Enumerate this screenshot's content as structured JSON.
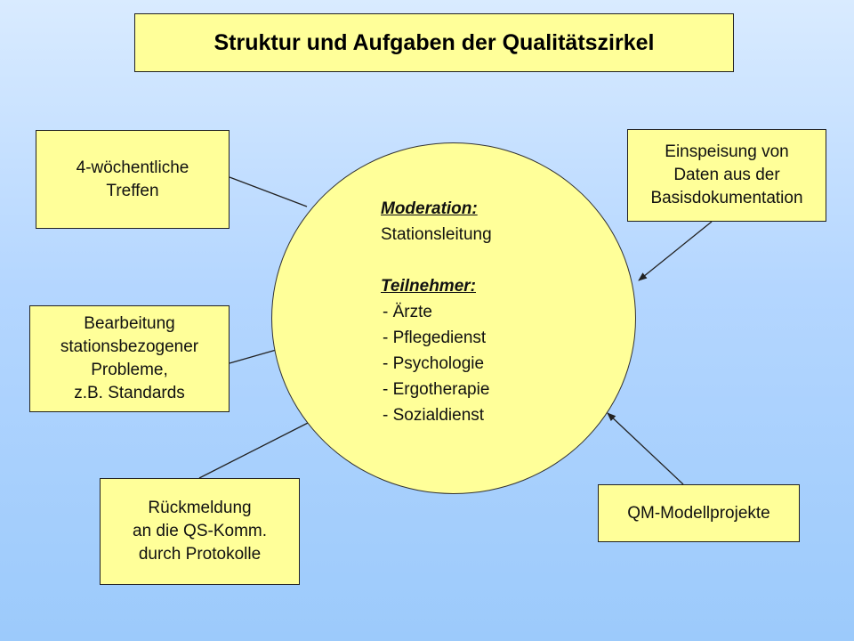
{
  "title": "Struktur und Aufgaben der Qualitätszirkel",
  "center": {
    "moderation_label": "Moderation:",
    "moderation_value": "Stationsleitung",
    "participants_label": "Teilnehmer:",
    "participants": [
      "- Ärzte",
      "- Pflegedienst",
      "- Psychologie",
      "- Ergotherapie",
      "- Sozialdienst"
    ]
  },
  "boxes": {
    "meetings": [
      "4-wöchentliche",
      "Treffen"
    ],
    "problems": [
      "Bearbeitung",
      "stationsbezogener",
      "Probleme,",
      "z.B. Standards"
    ],
    "feedback": [
      "Rückmeldung",
      "an die QS-Komm.",
      "durch Protokolle"
    ],
    "data_feed": [
      "Einspeisung von",
      "Daten aus der",
      "Basisdokumentation"
    ],
    "qm_projects": [
      "QM-Modellprojekte"
    ]
  },
  "colors": {
    "box_fill": "#ffff99",
    "line": "#222222"
  }
}
